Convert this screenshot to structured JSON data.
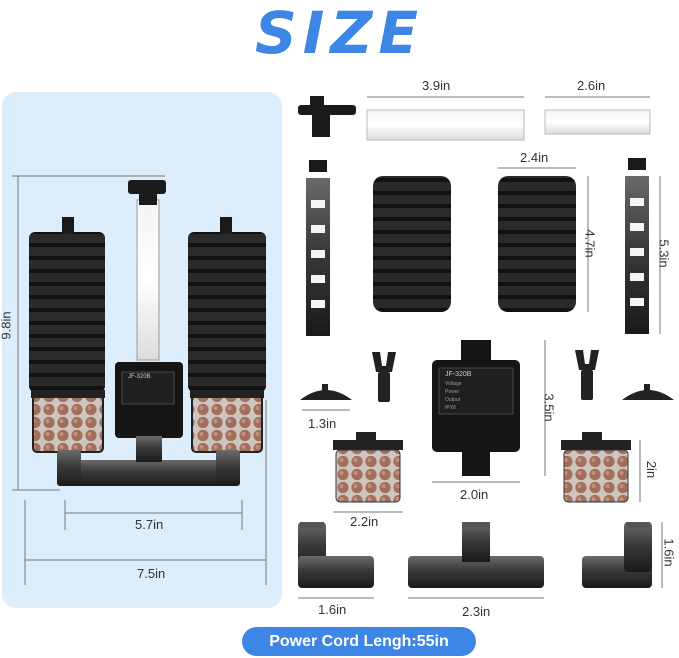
{
  "title": "SIZE",
  "labels": {
    "overall_height": "9.8in",
    "inner_width": "5.7in",
    "overall_width": "7.5in",
    "tube_long": "3.9in",
    "tube_short": "2.6in",
    "sponge_width": "2.4in",
    "sponge_height": "4.7in",
    "pipe_height": "5.3in",
    "pump_height": "3.5in",
    "pump_width": "2.0in",
    "suction_width": "1.3in",
    "cup_left_width": "2.2in",
    "cup_right_height": "2in",
    "elbow_left_width": "1.6in",
    "tee_width": "2.3in",
    "elbow_right_height": "1.6in"
  },
  "pump_label": {
    "model": "JF-320B",
    "lines": [
      "Voltage",
      "Power",
      "Output",
      "IPX8"
    ]
  },
  "footer": "Power Cord Lengh:55in",
  "colors": {
    "accent": "#3d86e6",
    "panel": "#dceefb",
    "sponge": "#2b2b2b",
    "plastic": "#1e1e1e"
  }
}
